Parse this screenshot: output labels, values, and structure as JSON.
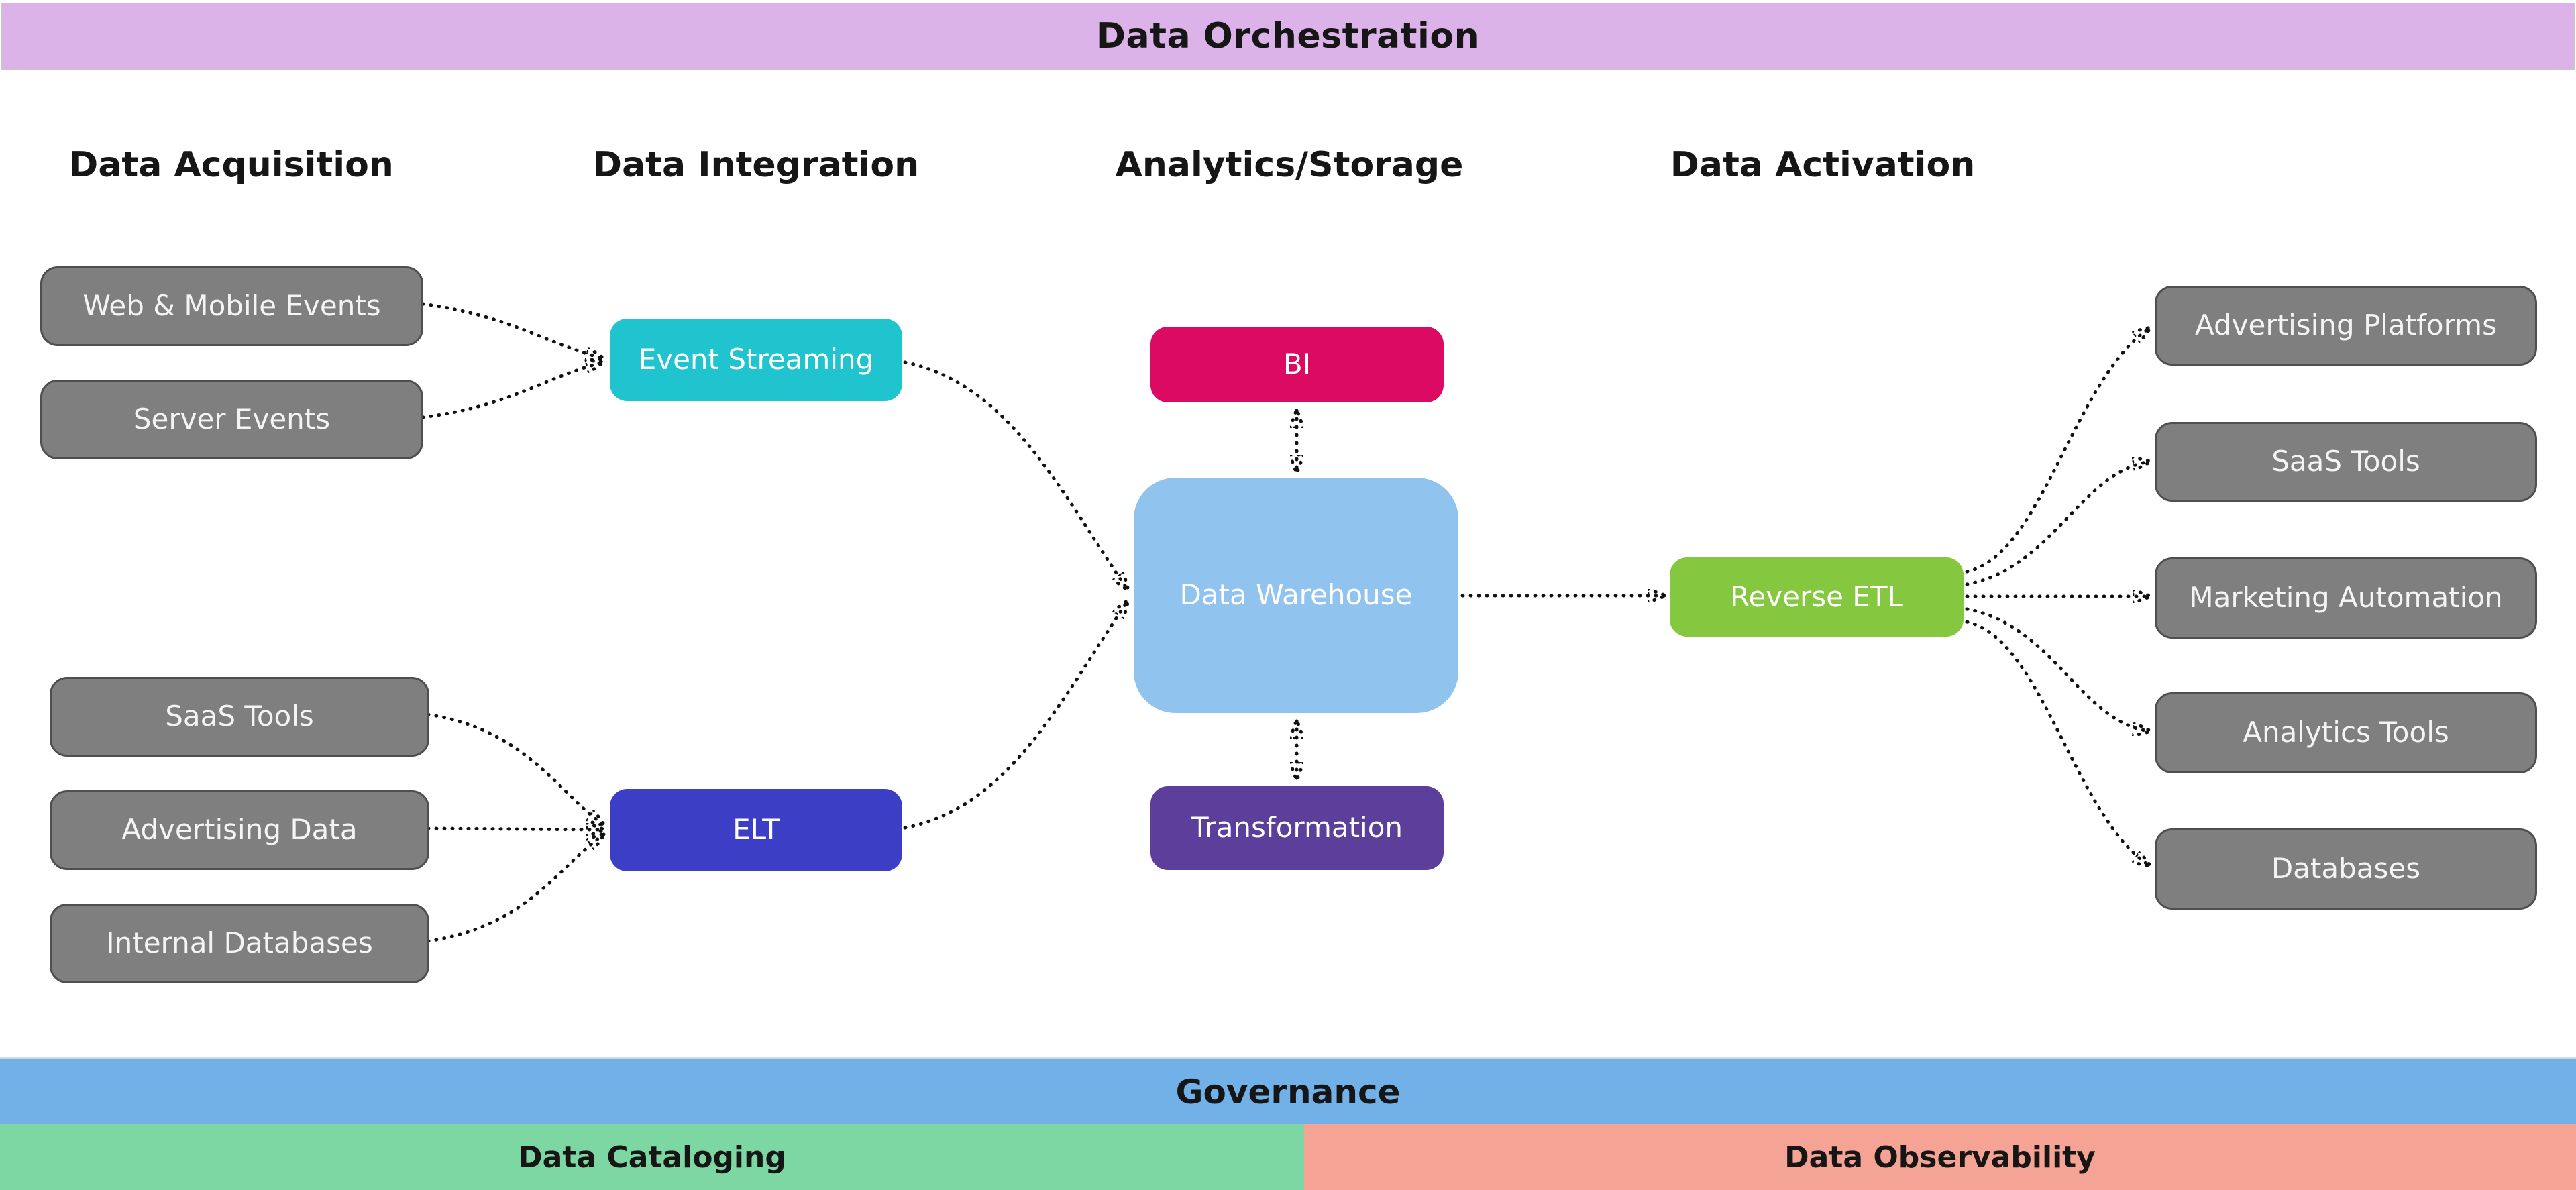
{
  "top_banner": {
    "label": "Data Orchestration",
    "bg": "#dbb3e8"
  },
  "column_headers": [
    {
      "label": "Data Acquisition"
    },
    {
      "label": "Data Integration"
    },
    {
      "label": "Analytics/Storage"
    },
    {
      "label": "Data Activation"
    }
  ],
  "nodes": {
    "web_mobile_events": {
      "label": "Web & Mobile Events",
      "bg": "#7f7f7f"
    },
    "server_events": {
      "label": "Server Events",
      "bg": "#7f7f7f"
    },
    "saas_tools_source": {
      "label": "SaaS Tools",
      "bg": "#7f7f7f"
    },
    "advertising_data": {
      "label": "Advertising Data",
      "bg": "#7f7f7f"
    },
    "internal_databases": {
      "label": "Internal Databases",
      "bg": "#7f7f7f"
    },
    "event_streaming": {
      "label": "Event Streaming",
      "bg": "#1fc4ce"
    },
    "elt": {
      "label": "ELT",
      "bg": "#3c3ec5"
    },
    "bi": {
      "label": "BI",
      "bg": "#db0a63"
    },
    "data_warehouse": {
      "label": "Data Warehouse",
      "bg": "#90c3ee"
    },
    "transformation": {
      "label": "Transformation",
      "bg": "#5c3e9b"
    },
    "reverse_etl": {
      "label": "Reverse ETL",
      "bg": "#86c740"
    },
    "advertising_platforms": {
      "label": "Advertising Platforms",
      "bg": "#7f7f7f"
    },
    "saas_tools_dest": {
      "label": "SaaS Tools",
      "bg": "#7f7f7f"
    },
    "marketing_automation": {
      "label": "Marketing Automation",
      "bg": "#7f7f7f"
    },
    "analytics_tools": {
      "label": "Analytics Tools",
      "bg": "#7f7f7f"
    },
    "databases": {
      "label": "Databases",
      "bg": "#7f7f7f"
    }
  },
  "edges": [
    {
      "from": "Web & Mobile Events",
      "to": "Event Streaming",
      "style": "dotted"
    },
    {
      "from": "Server Events",
      "to": "Event Streaming",
      "style": "dotted"
    },
    {
      "from": "SaaS Tools",
      "to": "ELT",
      "style": "dotted"
    },
    {
      "from": "Advertising Data",
      "to": "ELT",
      "style": "dotted"
    },
    {
      "from": "Internal Databases",
      "to": "ELT",
      "style": "dotted"
    },
    {
      "from": "Event Streaming",
      "to": "Data Warehouse",
      "style": "dotted"
    },
    {
      "from": "ELT",
      "to": "Data Warehouse",
      "style": "dotted"
    },
    {
      "from": "BI",
      "to": "Data Warehouse",
      "style": "dotted",
      "bidirectional": true
    },
    {
      "from": "Data Warehouse",
      "to": "Transformation",
      "style": "dotted",
      "bidirectional": true
    },
    {
      "from": "Data Warehouse",
      "to": "Reverse ETL",
      "style": "dotted"
    },
    {
      "from": "Reverse ETL",
      "to": "Advertising Platforms",
      "style": "dotted"
    },
    {
      "from": "Reverse ETL",
      "to": "SaaS Tools",
      "style": "dotted"
    },
    {
      "from": "Reverse ETL",
      "to": "Marketing Automation",
      "style": "dotted"
    },
    {
      "from": "Reverse ETL",
      "to": "Analytics Tools",
      "style": "dotted"
    },
    {
      "from": "Reverse ETL",
      "to": "Databases",
      "style": "dotted"
    }
  ],
  "footer": {
    "governance": {
      "label": "Governance",
      "bg": "#72b1e7"
    },
    "data_cataloging": {
      "label": "Data Cataloging",
      "bg": "#7cd7a2"
    },
    "data_observability": {
      "label": "Data Observability",
      "bg": "#f5a394"
    }
  },
  "palette": {
    "edge_color": "#111111",
    "gray_node_border": "#4f4f4f",
    "text_on_nodes": "#ffffff",
    "heading_text": "#161616",
    "background": "#ffffff"
  }
}
